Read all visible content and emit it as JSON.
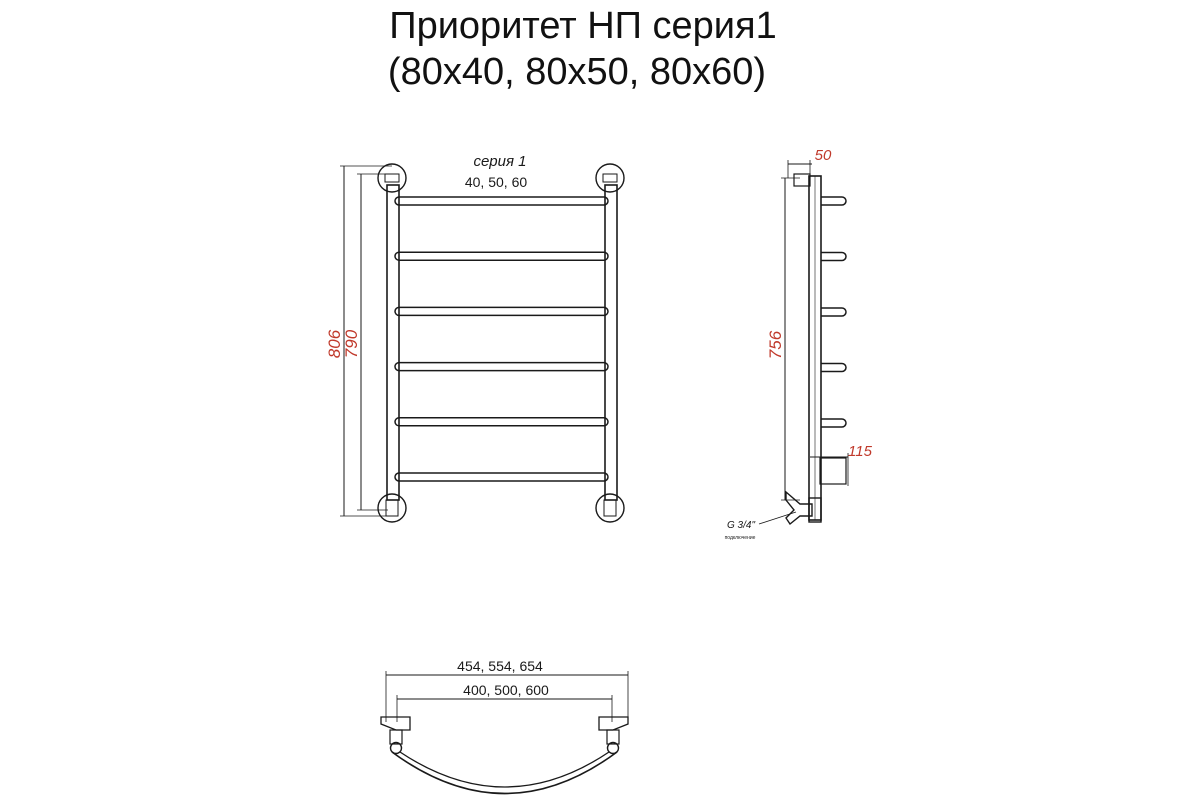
{
  "title": {
    "line1": "Приоритет НП серия1",
    "line2": "(80х40, 80х50, 80х60)"
  },
  "front_view": {
    "series_label": "серия 1",
    "spacing_label": "40, 50, 60",
    "height_outer": "806",
    "height_inner": "790",
    "bars": 6
  },
  "side_view": {
    "depth_top": "50",
    "height": "756",
    "offset": "115",
    "connection_size": "G 3/4\"",
    "connection_note": "подключение",
    "hooks": 5
  },
  "top_view": {
    "width_outer": "454, 554, 654",
    "width_inner": "400, 500, 600"
  },
  "colors": {
    "line": "#1a1a1a",
    "dimension_red": "#c0392b"
  }
}
